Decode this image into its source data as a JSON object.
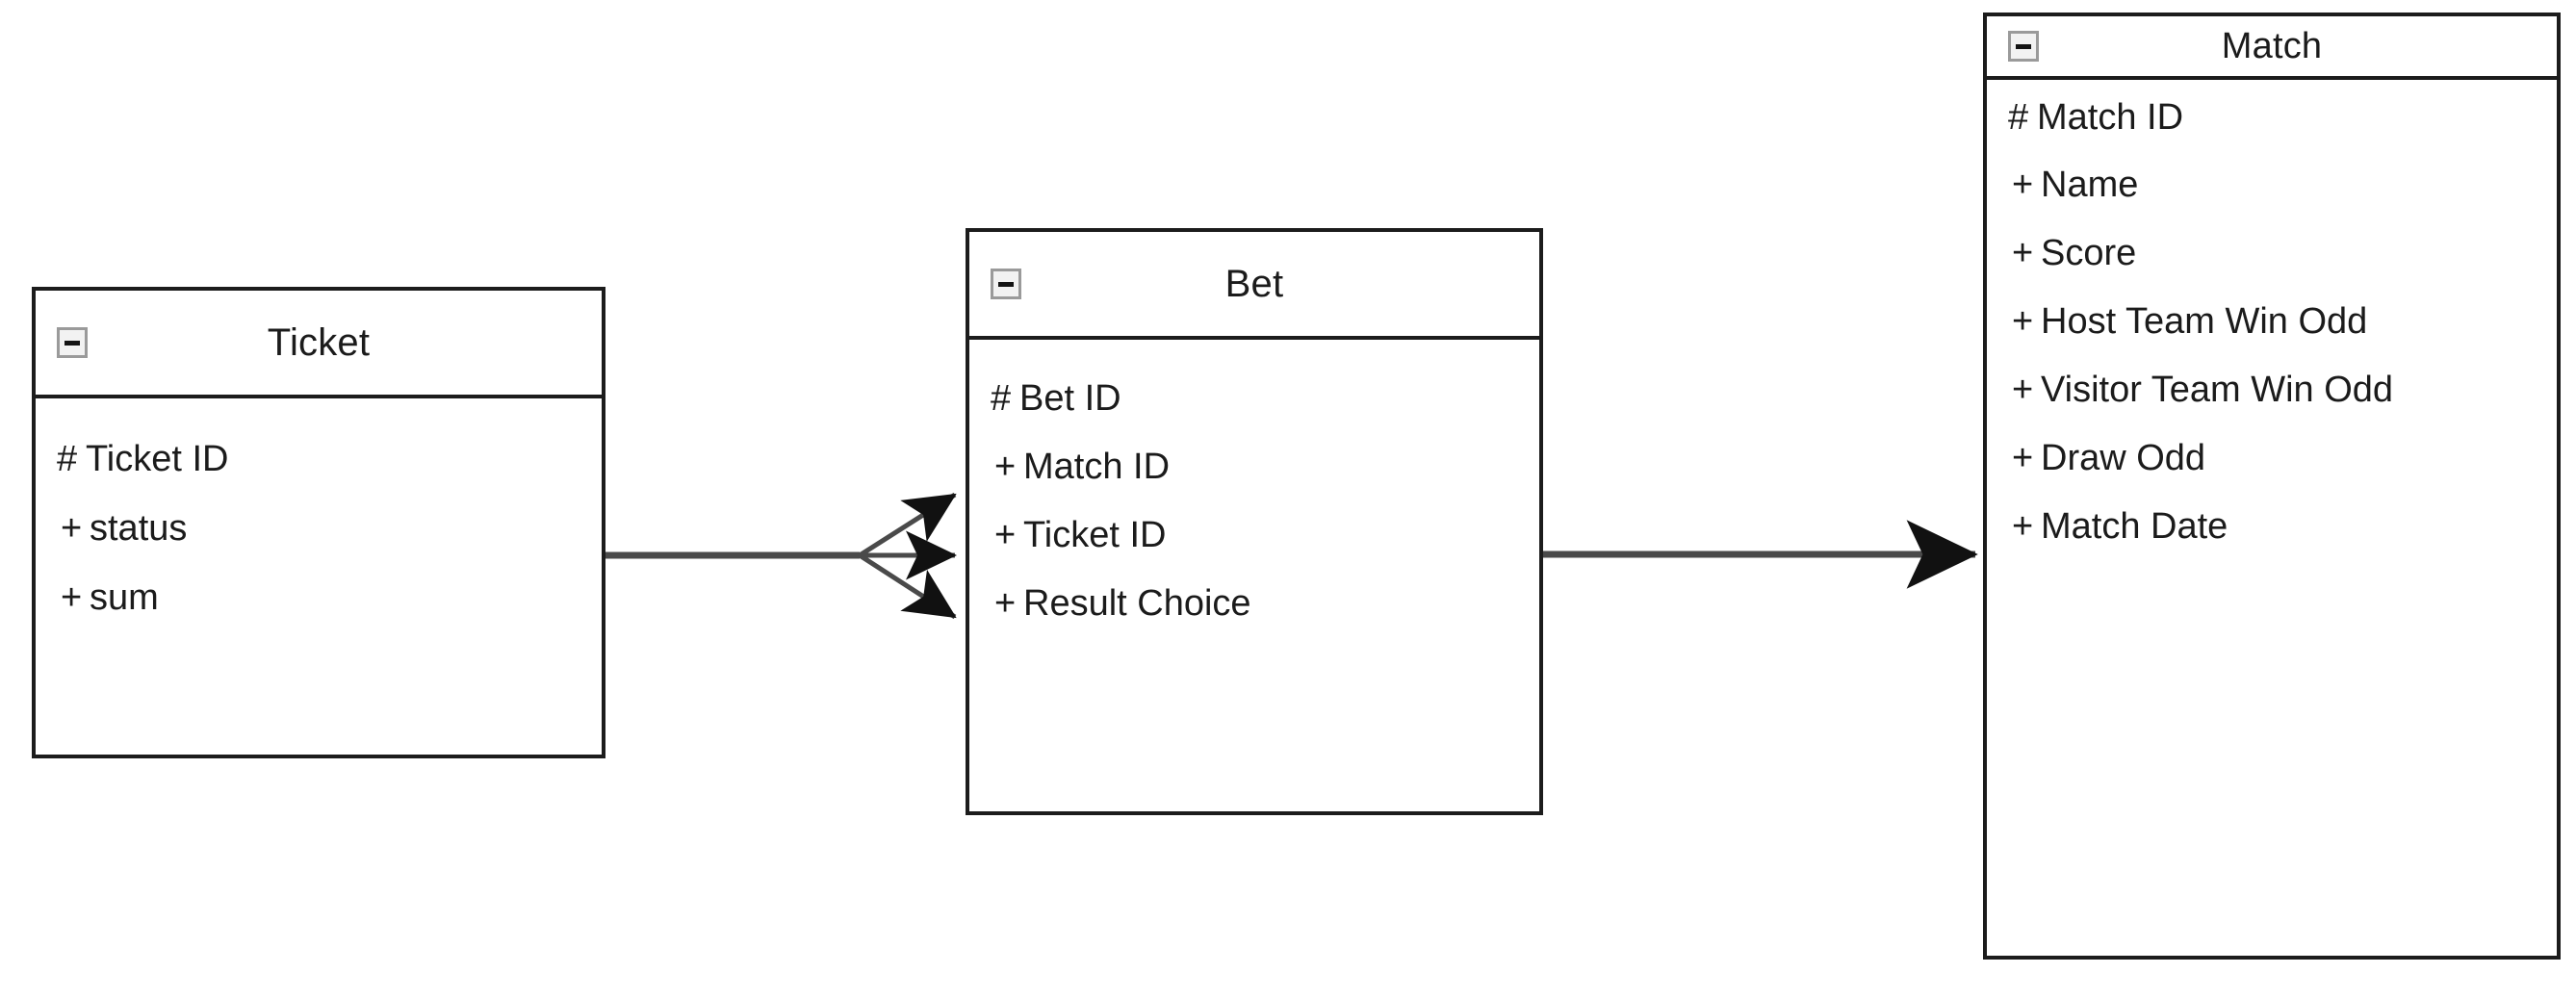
{
  "diagram": {
    "type": "uml-class-diagram",
    "background_color": "#ffffff",
    "line_color": "#4a4a4a",
    "border_color": "#1c1c1c",
    "text_color": "#1b1b1b",
    "collapse_icon_name": "collapse-minus-icon"
  },
  "classes": [
    {
      "id": "ticket",
      "title": "Ticket",
      "attributes": [
        {
          "visibility": "#",
          "name": "Ticket ID"
        },
        {
          "visibility": "+",
          "name": "status"
        },
        {
          "visibility": "+",
          "name": "sum"
        }
      ]
    },
    {
      "id": "bet",
      "title": "Bet",
      "attributes": [
        {
          "visibility": "#",
          "name": "Bet ID"
        },
        {
          "visibility": "+",
          "name": "Match ID"
        },
        {
          "visibility": "+",
          "name": "Ticket ID"
        },
        {
          "visibility": "+",
          "name": "Result Choice"
        }
      ]
    },
    {
      "id": "match",
      "title": "Match",
      "attributes": [
        {
          "visibility": "#",
          "name": "Match ID"
        },
        {
          "visibility": "+",
          "name": "Name"
        },
        {
          "visibility": "+",
          "name": "Score"
        },
        {
          "visibility": "+",
          "name": "Host Team Win Odd"
        },
        {
          "visibility": "+",
          "name": "Visitor Team Win Odd"
        },
        {
          "visibility": "+",
          "name": "Draw Odd"
        },
        {
          "visibility": "+",
          "name": "Match Date"
        }
      ]
    }
  ],
  "relationships": [
    {
      "id": "ticket-to-bet",
      "from": "ticket",
      "to": "bet",
      "multiplicity_arrows": 3,
      "style": "fan-three-arrows"
    },
    {
      "id": "bet-to-match",
      "from": "bet",
      "to": "match",
      "multiplicity_arrows": 1,
      "style": "single-arrow"
    }
  ]
}
